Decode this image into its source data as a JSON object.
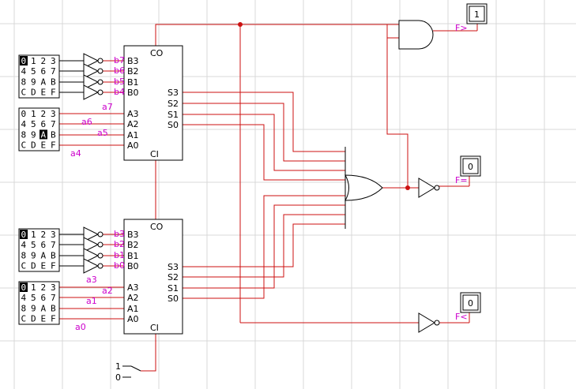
{
  "grid_color": "#d8d8d8",
  "wire_color": "#cc1111",
  "label_color": "#cc00cc",
  "keypad_keys": [
    "0",
    "1",
    "2",
    "3",
    "4",
    "5",
    "6",
    "7",
    "8",
    "9",
    "A",
    "B",
    "C",
    "D",
    "E",
    "F"
  ],
  "keypads": [
    {
      "name": "keypad-b-high",
      "selected": "0"
    },
    {
      "name": "keypad-a-high",
      "selected": "A"
    },
    {
      "name": "keypad-b-low",
      "selected": "0"
    },
    {
      "name": "keypad-a-low",
      "selected": "0"
    }
  ],
  "adder_high": {
    "co": "CO",
    "ci": "CI",
    "inputs": [
      "B3",
      "B2",
      "B1",
      "B0",
      "A3",
      "A2",
      "A1",
      "A0"
    ],
    "outputs": [
      "S3",
      "S2",
      "S1",
      "S0"
    ]
  },
  "adder_low": {
    "co": "CO",
    "ci": "CI",
    "inputs": [
      "B3",
      "B2",
      "B1",
      "B0",
      "A3",
      "A2",
      "A1",
      "A0"
    ],
    "outputs": [
      "S3",
      "S2",
      "S1",
      "S0"
    ]
  },
  "wire_labels_high": {
    "b": [
      "b7",
      "b6",
      "b5",
      "b4"
    ],
    "a": [
      "a7",
      "a6",
      "a5",
      "a4"
    ]
  },
  "wire_labels_low": {
    "b": [
      "b3",
      "b2",
      "b1",
      "b0"
    ],
    "a": [
      "a3",
      "a2",
      "a1",
      "a0"
    ]
  },
  "outputs": [
    {
      "label": "F>",
      "value": "1"
    },
    {
      "label": "F=",
      "value": "0"
    },
    {
      "label": "F<",
      "value": "0"
    }
  ],
  "switch": {
    "on": "1",
    "off": "0"
  }
}
